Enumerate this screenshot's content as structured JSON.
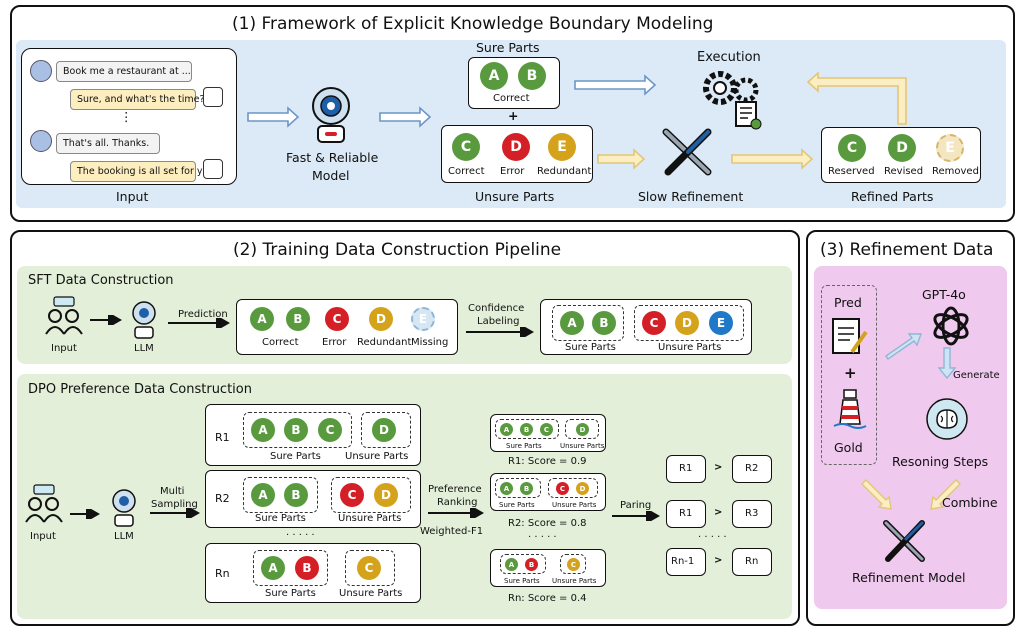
{
  "section1": {
    "title": "(1) Framework of Explicit Knowledge Boundary Modeling",
    "input_label": "Input",
    "chat": [
      "Book me a restaurant at ...",
      "Sure, and what's the time?",
      "⋮",
      "That's all. Thanks.",
      "The booking is all set for you."
    ],
    "model_label_1": "Fast & Reliable",
    "model_label_2": "Model",
    "sure_parts_label": "Sure Parts",
    "sure_a": "A",
    "sure_b": "B",
    "correct_label": "Correct",
    "plus": "+",
    "unsure_c": "C",
    "unsure_d": "D",
    "unsure_e": "E",
    "unsure_correct": "Correct",
    "unsure_error": "Error",
    "unsure_redundant": "Redundant",
    "unsure_parts_label": "Unsure Parts",
    "execution_label": "Execution",
    "slow_refinement_label": "Slow Refinement",
    "refined_c": "C",
    "refined_d": "D",
    "refined_e": "E",
    "reserved": "Reserved",
    "revised": "Revised",
    "removed": "Removed",
    "refined_parts_label": "Refined Parts"
  },
  "section2": {
    "title": "(2) Training Data Construction Pipeline",
    "sft_title": "SFT Data Construction",
    "sft_input": "Input",
    "sft_llm": "LLM",
    "prediction": "Prediction",
    "pred_letters": [
      "A",
      "B",
      "C",
      "D",
      "E"
    ],
    "pred_labels": [
      "Correct",
      "Error",
      "Redundant",
      "Missing"
    ],
    "confidence_1": "Confidence",
    "confidence_2": "Labeling",
    "sft_out_letters": [
      "A",
      "B",
      "C",
      "D",
      "E"
    ],
    "sure_parts": "Sure Parts",
    "unsure_parts": "Unsure Parts",
    "dpo_title": "DPO Preference Data Construction",
    "dpo_input": "Input",
    "dpo_llm": "LLM",
    "multi_1": "Multi",
    "multi_2": "Sampling",
    "r1": "R1",
    "r2": "R2",
    "rn": "Rn",
    "r1_letters": [
      "A",
      "B",
      "C",
      "D"
    ],
    "r2_letters": [
      "A",
      "B",
      "C",
      "D"
    ],
    "rn_letters": [
      "A",
      "B",
      "C"
    ],
    "dots": "· · · · ·",
    "pref_1": "Preference",
    "pref_2": "Ranking",
    "weighted": "Weighted-F1",
    "r1_score": "R1: Score = 0.9",
    "r2_score": "R2: Score = 0.8",
    "rn_score": "Rn: Score = 0.4",
    "paring": "Paring",
    "pairs": [
      [
        "R1",
        "R2"
      ],
      [
        "R1",
        "R3"
      ],
      [
        "Rn-1",
        "Rn"
      ]
    ],
    "gt": ">"
  },
  "section3": {
    "title": "(3) Refinement Data",
    "pred": "Pred",
    "plus": "+",
    "gold": "Gold",
    "gpt": "GPT-4o",
    "generate": "Generate",
    "steps": "Resoning Steps",
    "combine": "Combine",
    "model": "Refinement Model"
  },
  "colors": {
    "panel1_bg": "#dbeaf6",
    "green_bg": "#e3efd9",
    "pink_bg": "#efc9ee",
    "green": "#5a9a3f",
    "red": "#d51f27",
    "yellow": "#d5a21b",
    "blue": "#1f78c8"
  }
}
